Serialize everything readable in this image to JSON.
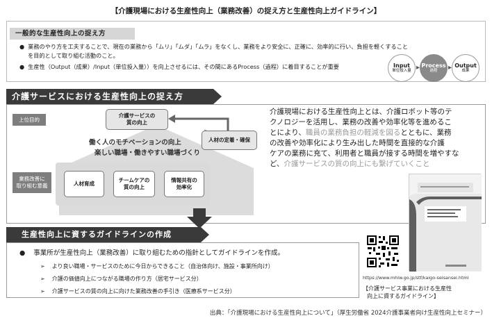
{
  "page_title": "【介護現場における生産性向上（業務改善）の捉え方と生産性向上ガイドライン】",
  "section1": {
    "title": "一般的な生産性向上の捉え方",
    "bullet1_line1": "業務のやり方を工夫することで、現在の業務から「ムリ」「ムダ」「ムラ」をなくし、業務をより安全に、正確に、効率的に行い、負担を軽くすること",
    "bullet1_line2": "を目的として取り組む活動のこと。",
    "bullet2": "生産性（Output（成果）/Input（単位投入量））を向上させるには、その間にあるProcess（過程）に着目することが重要",
    "flow": {
      "input_en": "Input",
      "input_jp": "単位投入量",
      "process_en": "Process",
      "process_jp": "過程",
      "output_en": "Output",
      "output_jp": "成果"
    }
  },
  "section2": {
    "banner": "介護サービスにおける生産性向上の捉え方",
    "label_top": "上位目的",
    "label_bottom_line1": "業務改善に",
    "label_bottom_line2": "取り組む意義",
    "quality_line1": "介護サービスの",
    "quality_line2": "質の向上",
    "staff": "人材の定着・確保",
    "motivation": "働く人のモチベーションの向上",
    "workplace": "楽しい職場・働きやすい職場づくり",
    "box1": "人材育成",
    "box2_line1": "チームケアの",
    "box2_line2": "質の向上",
    "box3_line1": "情報共有の",
    "box3_line2": "効率化",
    "text_lines": [
      "介護現場における生産性向上とは、介護ロボット等のテ",
      "クノロジーを活用し、業務の改善や効率化等を進めるこ",
      "とにより、",
      "職員の業務負担の軽減を図る",
      "とともに、業務",
      "の改善や効率化により生み出した時間を直接的な介護",
      "ケアの業務に充て、利用者と職員が接する時間を増やすな",
      "ど、",
      "介護サービスの質の向上にも繋げていくこと"
    ]
  },
  "section3": {
    "banner": "生産性向上に資するガイドラインの作成",
    "main": "事業所が生産性向上（業務改善）に取り組むための指針としてガイドラインを作成。",
    "sub1": "より良い職場・サービスのために今日からできること（自治体向け、施設・事業所向け）",
    "sub2": "介護の価値向上につながる職場の作り方（居宅サービス分）",
    "sub3": "介護サービスの質の向上に向けた業務改善の手引き（医療系サービス分）"
  },
  "booklet": {
    "url": "https://www.mhlw.go.jp/stf/kaigo-seisansei.html",
    "caption_line1": "【介護サービス事業における生産性",
    "caption_line2": "向上に資するガイドライン】"
  },
  "footer": "出典：「介護現場における生産性向上について」（厚生労働省 2024介護事業者向け生産性向上セミナー）"
}
